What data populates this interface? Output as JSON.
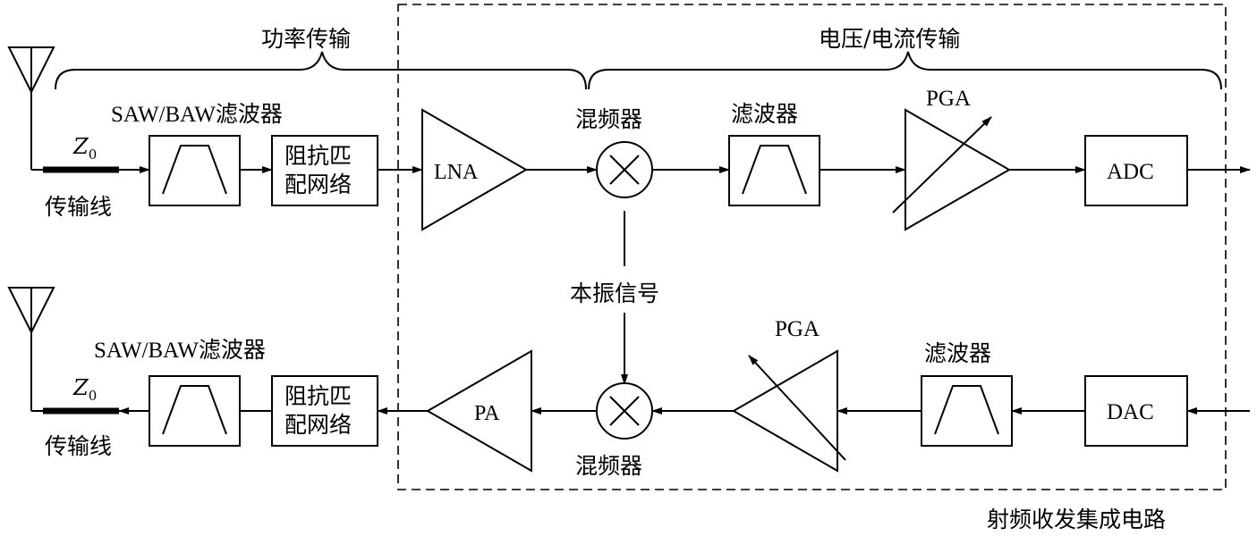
{
  "labels": {
    "power_transfer": "功率传输",
    "voltage_current_transfer": "电压/电流传输",
    "rf_ic": "射频收发集成电路",
    "lo_signal": "本振信号"
  },
  "rx": {
    "filter_title": "SAW/BAW滤波器",
    "z0_main": "Z",
    "z0_sub": "0",
    "tline": "传输线",
    "match_line1": "阻抗匹",
    "match_line2": "配网络",
    "lna": "LNA",
    "mixer": "混频器",
    "filter": "滤波器",
    "pga": "PGA",
    "adc": "ADC"
  },
  "tx": {
    "filter_title": "SAW/BAW滤波器",
    "z0_main": "Z",
    "z0_sub": "0",
    "tline": "传输线",
    "match_line1": "阻抗匹",
    "match_line2": "配网络",
    "pa": "PA",
    "mixer": "混频器",
    "pga": "PGA",
    "filter": "滤波器",
    "dac": "DAC"
  }
}
